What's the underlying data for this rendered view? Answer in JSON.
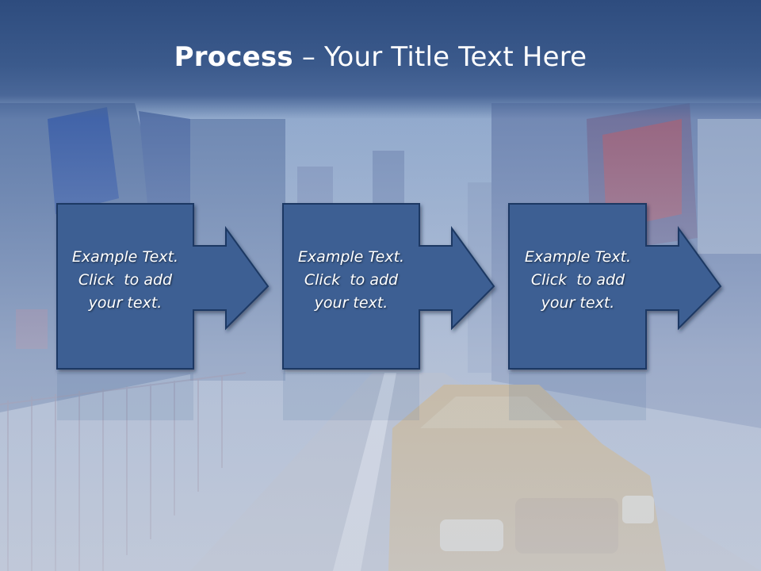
{
  "slide": {
    "title_bold": "Process",
    "title_sep": " – ",
    "title_rest": "Your Title Text Here"
  },
  "steps": [
    {
      "line1": "Example Text.",
      "line2": "Click  to add",
      "line3": "your text."
    },
    {
      "line1": "Example Text.",
      "line2": "Click  to add",
      "line3": "your text."
    },
    {
      "line1": "Example Text.",
      "line2": "Click  to add",
      "line3": "your text."
    }
  ],
  "colors": {
    "box_fill": "#3d5f93",
    "box_border": "#1f3964",
    "title_bar": "#3b5a8c"
  }
}
